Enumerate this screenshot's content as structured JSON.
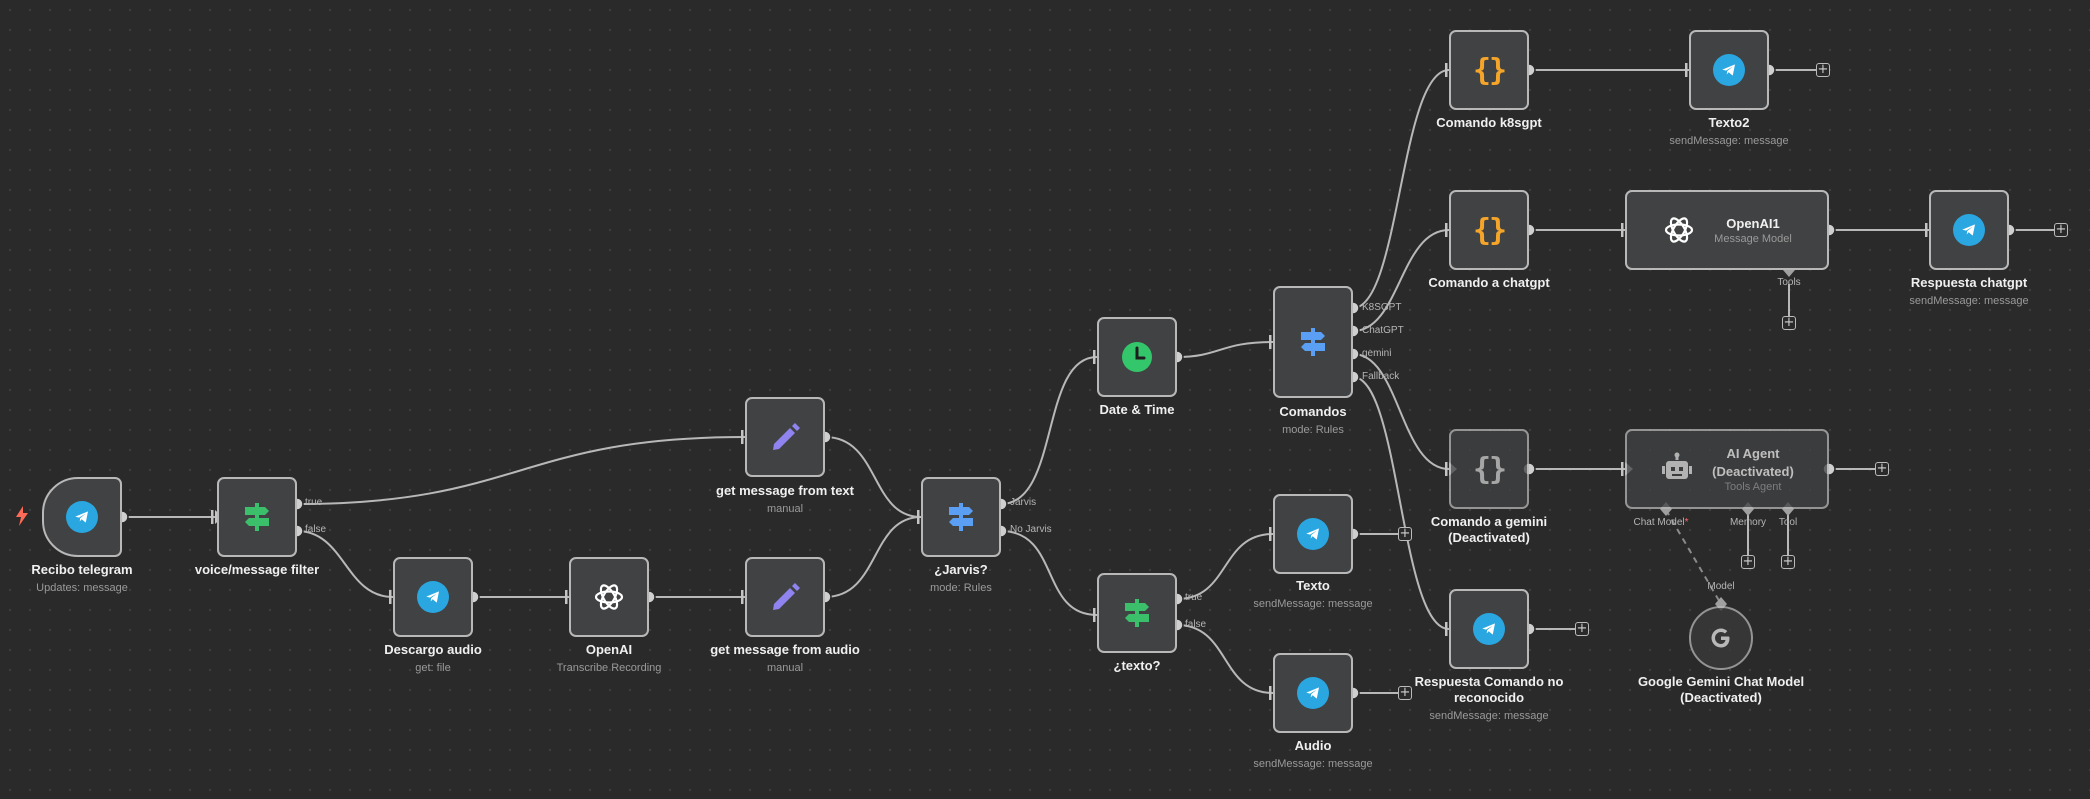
{
  "nodes": {
    "recibo_telegram": {
      "title": "Recibo telegram",
      "subtitle": "Updates: message",
      "icon": "telegram-icon"
    },
    "voice_filter": {
      "title": "voice/message filter",
      "icon": "filter-signpost-icon"
    },
    "descargo_audio": {
      "title": "Descargo audio",
      "subtitle": "get: file",
      "icon": "telegram-icon"
    },
    "openai": {
      "title": "OpenAI",
      "subtitle": "Transcribe Recording",
      "icon": "openai-icon"
    },
    "get_msg_audio": {
      "title": "get message from audio",
      "subtitle": "manual",
      "icon": "pencil-icon"
    },
    "get_msg_text": {
      "title": "get message from text",
      "subtitle": "manual",
      "icon": "pencil-icon"
    },
    "jarvis": {
      "title": "¿Jarvis?",
      "subtitle": "mode: Rules",
      "icon": "switch-icon"
    },
    "date_time": {
      "title": "Date & Time",
      "icon": "clock-icon"
    },
    "texto_q": {
      "title": "¿texto?",
      "icon": "filter-signpost-icon"
    },
    "comandos": {
      "title": "Comandos",
      "subtitle": "mode: Rules",
      "icon": "switch-icon"
    },
    "texto": {
      "title": "Texto",
      "subtitle": "sendMessage: message",
      "icon": "telegram-icon"
    },
    "audio": {
      "title": "Audio",
      "subtitle": "sendMessage: message",
      "icon": "telegram-icon"
    },
    "cmd_k8sgpt": {
      "title": "Comando k8sgpt",
      "icon": "code-braces-icon"
    },
    "cmd_chatgpt": {
      "title": "Comando a chatgpt",
      "icon": "code-braces-icon"
    },
    "cmd_gemini": {
      "title": "Comando a gemini",
      "subtitle": "(Deactivated)",
      "icon": "code-braces-icon"
    },
    "resp_no_reconocido": {
      "title": "Respuesta Comando no reconocido",
      "subtitle": "sendMessage: message",
      "icon": "telegram-icon"
    },
    "texto2": {
      "title": "Texto2",
      "subtitle": "sendMessage: message",
      "icon": "telegram-icon"
    },
    "openai1": {
      "title": "OpenAI1",
      "subtitle": "Message Model",
      "icon": "openai-icon"
    },
    "resp_chatgpt": {
      "title": "Respuesta chatgpt",
      "subtitle": "sendMessage: message",
      "icon": "telegram-icon"
    },
    "ai_agent": {
      "title": "AI Agent",
      "title2": "(Deactivated)",
      "subtitle": "Tools Agent",
      "icon": "robot-icon"
    },
    "gemini_model": {
      "title": "Google Gemini Chat Model",
      "subtitle": "(Deactivated)",
      "icon": "google-icon"
    }
  },
  "ports": {
    "filter_true": "true",
    "filter_false": "false",
    "jarvis_yes": "Jarvis",
    "jarvis_no": "No Jarvis",
    "texto_true": "true",
    "texto_false": "false",
    "k8sgpt": "K8SGPT",
    "chatgpt": "ChatGPT",
    "gemini": "gemini",
    "fallback": "Fallback",
    "tools": "Tools",
    "chat_model": "Chat Model",
    "chat_model_required": "*",
    "memory": "Memory",
    "tool": "Tool",
    "model": "Model"
  },
  "plus_glyph": "+",
  "colors": {
    "canvas": "#2a2a2a",
    "node_bg": "#414244",
    "node_border": "#b8b8b8",
    "edge": "#b8b8b8",
    "telegram": "#2aa6e0",
    "filter_green": "#3cbf6a",
    "switch_blue": "#5b9ff5",
    "pencil_purple": "#8f83f0",
    "clock_green": "#34c66b",
    "braces_orange": "#f5a52a",
    "trigger_bolt": "#ff6b57"
  }
}
